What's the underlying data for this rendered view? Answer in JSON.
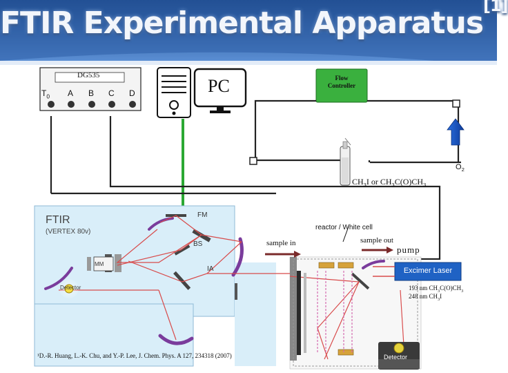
{
  "title": "FTIR Experimental Apparatus",
  "title_ref": "[1]",
  "delay_generator": {
    "model": "DG535",
    "channels": [
      "T0",
      "A",
      "B",
      "C",
      "D"
    ]
  },
  "pc_label": "PC",
  "flow_controller": {
    "line1": "Flow",
    "line2": "Controller"
  },
  "o2_label": "O2",
  "reagent_label": "CH3I or CH3C(O)CH3",
  "ftir": {
    "name": "FTIR",
    "model": "(VERTEX 80v)",
    "fm": "FM",
    "bs": "BS",
    "mm": "MM",
    "ia": "IA",
    "detector": "Detector"
  },
  "reactor_label": "reactor / White cell",
  "sample_in": "sample in",
  "sample_out": "sample out",
  "pump": "pump",
  "laser": {
    "name": "Excimer Laser",
    "line1": "193 nm CH3C(O)CH3",
    "line2": "248 nm CH3I"
  },
  "detector2": "Detector",
  "reference": "¹D.-R. Huang, L.-K. Chu, and Y.-P. Lee, J. Chem. Phys. A 127, 234318 (2007)",
  "colors": {
    "beam": "#d84b4b",
    "trigger": "#22a52a",
    "gas": "#222222",
    "laser_box": "#1f62c4",
    "purple": "#7a3c9c"
  }
}
